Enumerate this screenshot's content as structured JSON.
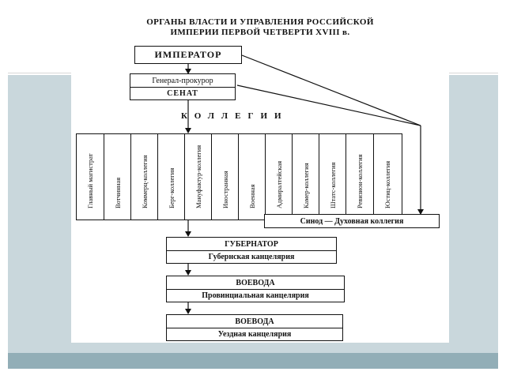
{
  "title": {
    "line1": "ОРГАНЫ ВЛАСТИ И УПРАВЛЕНИЯ РОССИЙСКОЙ",
    "line2": "ИМПЕРИИ ПЕРВОЙ ЧЕТВЕРТИ XVIII в."
  },
  "emperor": "ИМПЕРАТОР",
  "senate": {
    "procurator": "Генерал-прокурор",
    "name": "СЕНАТ"
  },
  "kollegii_heading": "КОЛЛЕГИИ",
  "collegia": [
    "Главный магистрат",
    "Вотчинная",
    "Коммерц-коллегия",
    "Берг-коллегия",
    "Мануфактур-коллегия",
    "Иностранная",
    "Военная",
    "Адмиралтейская",
    "Камер-коллегия",
    "Штатс-коллегия",
    "Ревизион-коллегия",
    "Юстиц-коллегия"
  ],
  "synod": "Синод — Духовная коллегия",
  "governor": {
    "title": "ГУБЕРНАТОР",
    "office": "Губернская канцелярия"
  },
  "voevoda_province": {
    "title": "ВОЕВОДА",
    "office": "Провинциальная канцелярия"
  },
  "voevoda_district": {
    "title": "ВОЕВОДА",
    "office": "Уездная канцелярия"
  },
  "colors": {
    "band": "#c9d7dc",
    "band_dark": "#92aeb7"
  }
}
